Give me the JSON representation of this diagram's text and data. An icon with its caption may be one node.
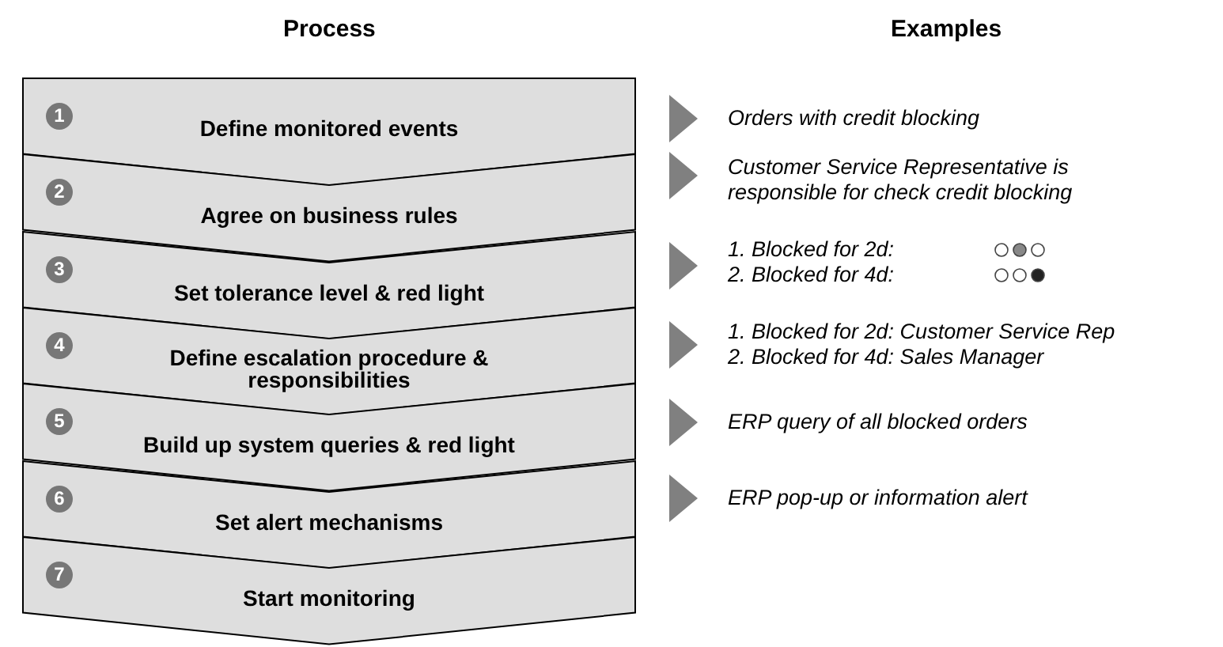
{
  "diagram": {
    "nodes": [
      {
        "text": [
          "1",
          "Define monitored events"
        ]
      },
      {
        "text": [
          "2",
          "Agree on business rules"
        ]
      },
      {
        "text": [
          "3",
          "Set tolerance level & red light"
        ]
      },
      {
        "text": [
          "4",
          "Define escalation procedure & responsibilities"
        ]
      },
      {
        "text": [
          "5",
          "Build up system queries & red light"
        ]
      },
      {
        "text": [
          "6",
          "Set alert mechanisms"
        ]
      },
      {
        "text": [
          "7",
          "Start monitoring"
        ]
      },
      {
        "text": [
          "Orders with credit blocking"
        ]
      },
      {
        "text": [
          "Customer Service Representative is responsible for check credit blocking"
        ]
      },
      {
        "text": [
          "1. Blocked for 2d:",
          "2. Blocked for 4d:"
        ]
      },
      {
        "text": [
          "1. Blocked for 2d: Customer Service Rep",
          "2. Blocked for 4d: Sales Manager"
        ]
      },
      {
        "text": [
          "ERP query of all blocked orders"
        ]
      },
      {
        "text": [
          "ERP pop-up or information alert"
        ]
      }
    ],
    "edges": [
      {
        "from": 0,
        "to": 7,
        "arrow": "to"
      },
      {
        "from": 1,
        "to": 8,
        "arrow": "to"
      },
      {
        "from": 2,
        "to": 9,
        "arrow": "to"
      },
      {
        "from": 3,
        "to": 10,
        "arrow": "to"
      },
      {
        "from": 4,
        "to": 11,
        "arrow": "to"
      },
      {
        "from": 5,
        "to": 12,
        "arrow": "to"
      }
    ],
    "labels": [
      "Process",
      "Examples"
    ]
  }
}
